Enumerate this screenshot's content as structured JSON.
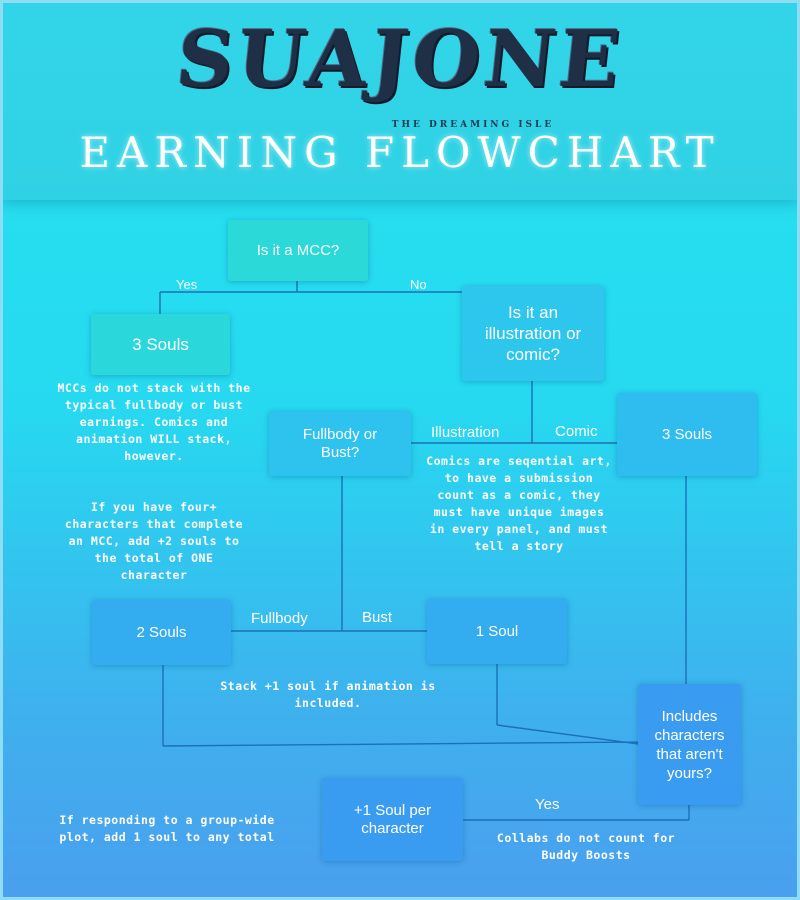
{
  "header": {
    "logo_text": "SUAJONE",
    "tagline": "THE DREAMING ISLE",
    "title": "EARNING FLOWCHART"
  },
  "nodes": {
    "is_mcc": "Is it a MCC?",
    "mcc_souls": "3 Souls",
    "is_illustration": "Is it an illustration or comic?",
    "fullbody_or_bust": "Fullbody or Bust?",
    "comic_souls": "3 Souls",
    "two_souls": "2 Souls",
    "one_soul": "1 Soul",
    "includes_characters": "Includes characters that aren't yours?",
    "plus_one_soul": "+1 Soul per character"
  },
  "edges": {
    "yes_1": "Yes",
    "no_1": "No",
    "illustration": "Illustration",
    "comic": "Comic",
    "fullbody": "Fullbody",
    "bust": "Bust",
    "yes_2": "Yes"
  },
  "notes": {
    "mcc_stack": "MCCs do not stack with the typical fullbody or bust earnings. Comics and animation WILL stack, however.",
    "four_characters": "If you have four+ characters that complete an MCC, add +2 souls to the total of ONE character",
    "comic_definition": "Comics are seqential art, to have a submission count as a comic, they must have unique images in every panel, and must tell a story",
    "animation": "Stack +1 soul if animation is included.",
    "group_plot": "If responding to a group-wide plot, add 1 soul to any total",
    "collabs": "Collabs do not count for Buddy Boosts"
  },
  "colors": {
    "node_teal": "#2ad9d8",
    "node_blue": "#2fb8ee",
    "node_deep": "#3a9cf0",
    "line": "#1d6fb8"
  }
}
